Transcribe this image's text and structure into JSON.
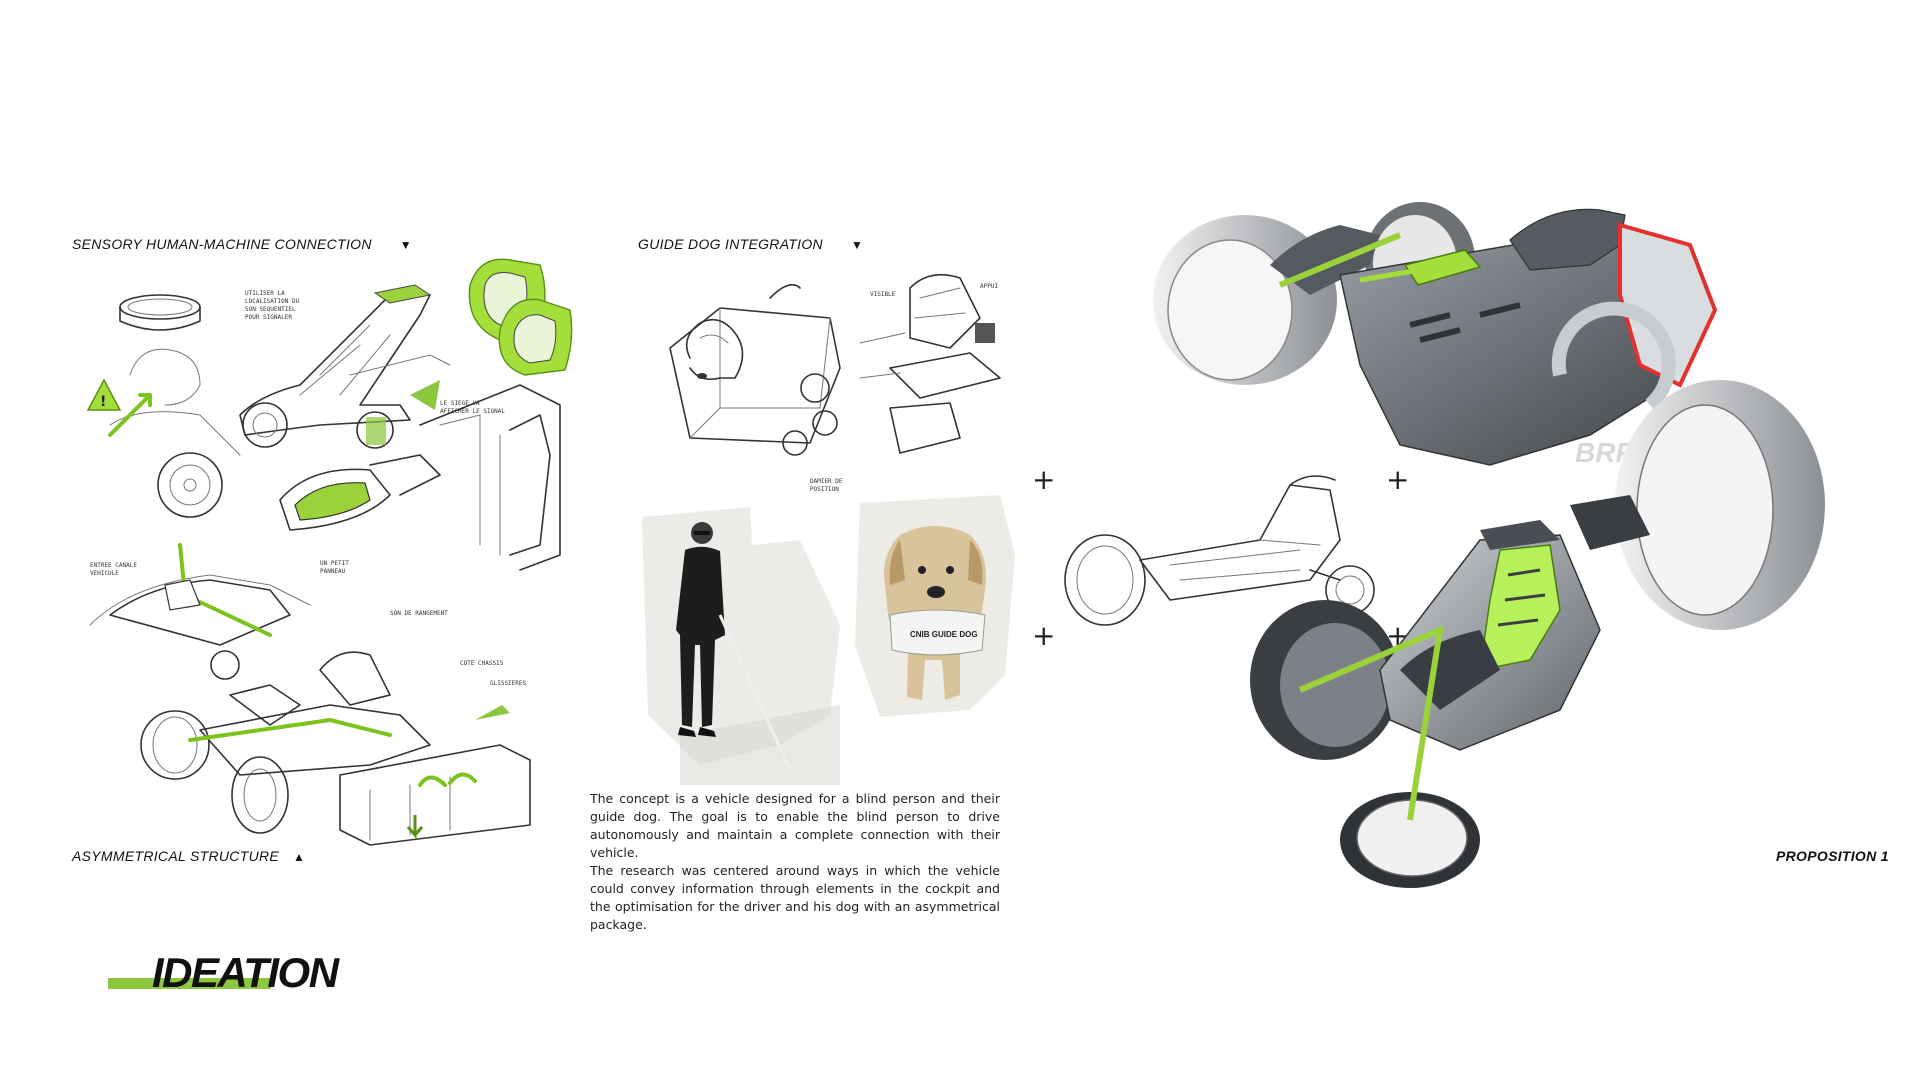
{
  "sections": {
    "sensory": {
      "title": "SENSORY HUMAN-MACHINE CONNECTION",
      "marker": "▼"
    },
    "guide_dog": {
      "title": "GUIDE DOG INTEGRATION",
      "marker": "▼"
    },
    "asymmetrical": {
      "title": "ASYMMETRICAL STRUCTURE",
      "marker": "▲"
    },
    "proposition": {
      "title": "PROPOSITION 1"
    }
  },
  "description": {
    "paragraph_1": "The concept is a vehicle designed for a blind person and their guide dog. The goal is to enable the blind person to drive autonomously and maintain a complete connection with their vehicle.",
    "paragraph_2": "The research was centered around ways in which the vehicle could convey information through elements in the cockpit and the optimisation for the driver and his dog with an asymmetrical package."
  },
  "page_title": "IDEATION",
  "brand_logo_text": "BRP",
  "dog_vest_text": "CNIB GUIDE DOG",
  "plus_marks": [
    "+",
    "+",
    "+",
    "+"
  ],
  "colors": {
    "accent_green": "#8dc63f",
    "render_green": "#a4de3a",
    "render_red": "#e2312f",
    "render_body": "#6c7177"
  },
  "illustrations": {
    "sketch_cluster_1": "sensory-sketches",
    "sketch_cluster_2": "asymmetrical-structure-sketches",
    "sketch_cluster_3": "guide-dog-sketches",
    "photo_1": "blind-man-with-cane-photo",
    "photo_2": "guide-dog-puppy-photo",
    "render_1": "vehicle-render-large",
    "render_2": "vehicle-side-sketch",
    "render_3": "vehicle-render-small"
  }
}
